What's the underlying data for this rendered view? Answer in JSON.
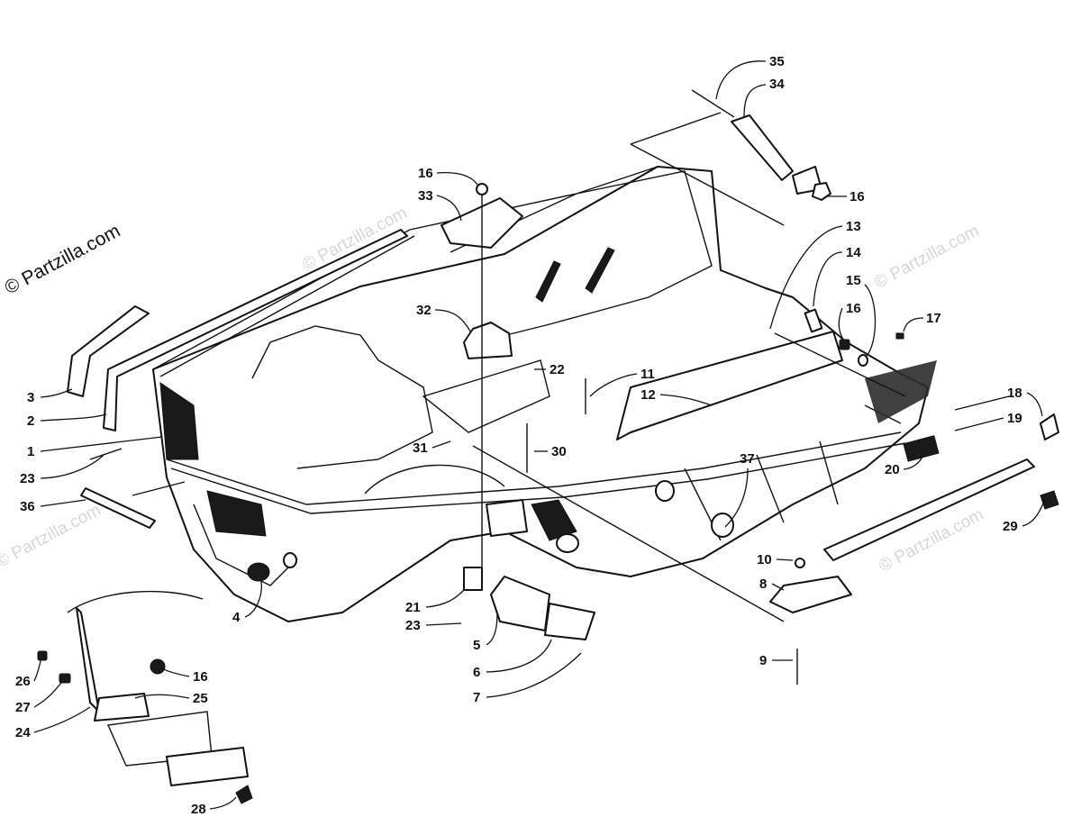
{
  "copyright": "© Partzilla.com",
  "watermark": "© Partzilla.com",
  "callouts": {
    "c1": "1",
    "c2": "2",
    "c3": "3",
    "c4": "4",
    "c5": "5",
    "c6": "6",
    "c7": "7",
    "c8": "8",
    "c9": "9",
    "c10": "10",
    "c11": "11",
    "c12": "12",
    "c13": "13",
    "c14": "14",
    "c15": "15",
    "c16a": "16",
    "c16b": "16",
    "c16c": "16",
    "c16d": "16",
    "c17": "17",
    "c18": "18",
    "c19": "19",
    "c20": "20",
    "c21": "21",
    "c22": "22",
    "c23a": "23",
    "c23b": "23",
    "c24": "24",
    "c25": "25",
    "c26": "26",
    "c27": "27",
    "c28": "28",
    "c29": "29",
    "c30": "30",
    "c31": "31",
    "c32": "32",
    "c33": "33",
    "c34": "34",
    "c35": "35",
    "c36": "36",
    "c37": "37"
  }
}
